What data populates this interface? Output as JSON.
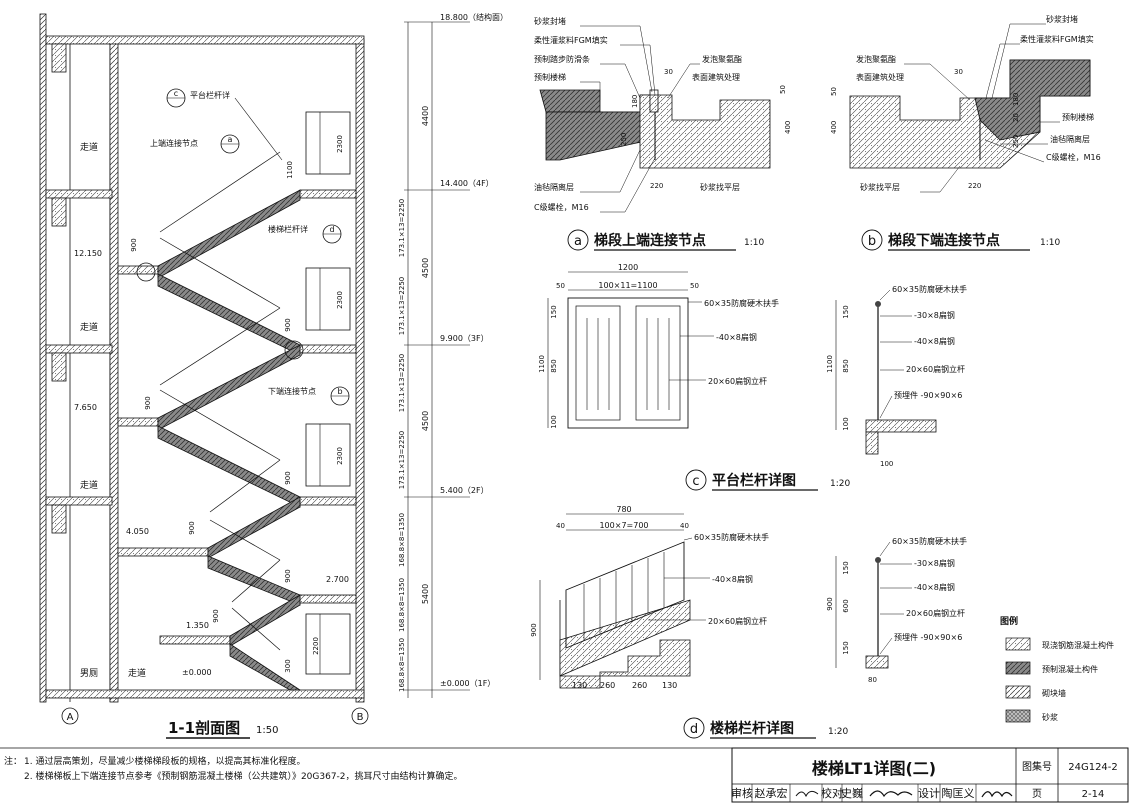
{
  "section": {
    "title": "1-1剖面图",
    "scale": "1:50",
    "axis_left": "A",
    "axis_right": "B",
    "elevations": [
      "18.800（结构面）",
      "14.400（4F）",
      "9.900（3F）",
      "5.400（2F）",
      "±0.000（1F）"
    ],
    "left_elevations": [
      "12.150",
      "7.650",
      "4.050",
      "1.350",
      "±0.000"
    ],
    "mid_elevation": "2.700",
    "vertical_dims": [
      "4400",
      "4500",
      "4500",
      "5400"
    ],
    "flight_dims": [
      "173.1×13=2250",
      "173.1×13=2250",
      "173.1×13=2250",
      "173.1×13=2250",
      "168.8×8=1350",
      "168.8×8=1350",
      "168.8×8=1350"
    ],
    "window_dims": [
      "2300",
      "2300",
      "2300",
      "2200"
    ],
    "small_dims": [
      "1100",
      "900",
      "900",
      "900",
      "900",
      "900",
      "900",
      "900",
      "300"
    ],
    "rooms": [
      "走道",
      "走道",
      "走道",
      "男厕",
      "走道"
    ],
    "labels": {
      "c_callout": "平台栏杆详",
      "a_callout": "上端连接节点",
      "d_callout": "楼梯栏杆详",
      "b_callout": "下端连接节点",
      "c": "c",
      "a": "a",
      "d": "d",
      "b": "b"
    }
  },
  "detail_a": {
    "letter": "a",
    "title": "梯段上端连接节点",
    "scale": "1:10",
    "labels": [
      "砂浆封堵",
      "柔性灌浆料FGM填实",
      "预制踏步防滑条",
      "预制楼梯",
      "发泡聚氨酯",
      "表面建筑处理",
      "油毡隔离层",
      "C级螺栓，M16",
      "砂浆找平层"
    ],
    "dims": [
      "30",
      "50",
      "180",
      "250",
      "400",
      "220"
    ]
  },
  "detail_b": {
    "letter": "b",
    "title": "梯段下端连接节点",
    "scale": "1:10",
    "labels": [
      "砂浆封堵",
      "柔性灌浆料FGM填实",
      "发泡聚氨酯",
      "表面建筑处理",
      "预制楼梯",
      "油毡隔离层",
      "C级螺栓，M16",
      "砂浆找平层"
    ],
    "dims": [
      "30",
      "50",
      "400",
      "180",
      "20",
      "250",
      "220"
    ]
  },
  "detail_c": {
    "letter": "c",
    "title": "平台栏杆详图",
    "scale": "1:20",
    "top_dims": [
      "1200",
      "100×11=1100",
      "50",
      "50"
    ],
    "side_dims": [
      "1100",
      "150",
      "850",
      "100"
    ],
    "labels_front": [
      "60×35防腐硬木扶手",
      "-40×8扁钢",
      "20×60扁钢立杆"
    ],
    "labels_side": [
      "60×35防腐硬木扶手",
      "-30×8扁钢",
      "-40×8扁钢",
      "20×60扁钢立杆",
      "预埋件 -90×90×6"
    ],
    "dim_side_h": [
      "1100",
      "150",
      "850",
      "100"
    ],
    "dim_bottom": "100"
  },
  "detail_d": {
    "letter": "d",
    "title": "楼梯栏杆详图",
    "scale": "1:20",
    "top_dims": [
      "780",
      "100×7=700",
      "40",
      "40"
    ],
    "side_dim": "900",
    "bottom_dims": [
      "130",
      "260",
      "260",
      "130"
    ],
    "labels_front": [
      "60×35防腐硬木扶手",
      "-40×8扁钢",
      "20×60扁钢立杆"
    ],
    "labels_side": [
      "60×35防腐硬木扶手",
      "-30×8扁钢",
      "-40×8扁钢",
      "20×60扁钢立杆",
      "预埋件 -90×90×6"
    ],
    "dim_side_h": [
      "900",
      "150",
      "600",
      "150"
    ],
    "dim_bottom": "80"
  },
  "legend": {
    "title": "图例",
    "items": [
      "现浇钢筋混凝土构件",
      "预制混凝土构件",
      "砌块墙",
      "砂浆"
    ]
  },
  "notes": {
    "prefix": "注：",
    "lines": [
      "1. 通过层高策划，尽量减少楼梯梯段板的规格，以提高其标准化程度。",
      "2. 楼梯梯板上下端连接节点参考《预制钢筋混凝土楼梯（公共建筑）》20G367-2，挑耳尺寸由结构计算确定。"
    ]
  },
  "title_block": {
    "drawing_title": "楼梯LT1详图(二)",
    "atlas_label": "图集号",
    "atlas_no": "24G124-2",
    "page_label": "页",
    "page_no": "2-14",
    "row": [
      "审核",
      "赵承宏",
      "校对",
      "史巍",
      "设计",
      "陶匡义"
    ]
  },
  "colors": {
    "line": "#111111",
    "hatch": "#666666",
    "dark_fill": "#6e6e6e"
  }
}
